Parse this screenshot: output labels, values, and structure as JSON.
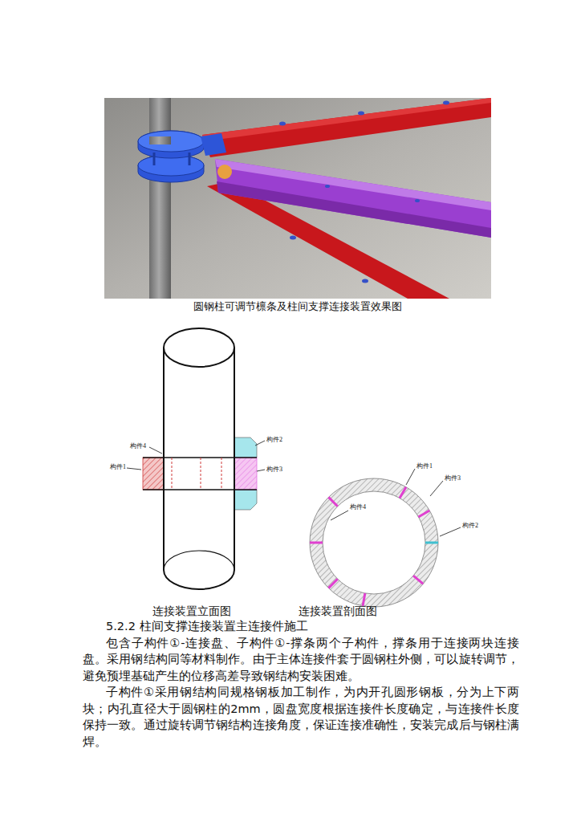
{
  "diagram": {
    "title": "5.2.2 柱间支撑连接装置主连接件施工",
    "caption": "圆钢柱可调节檩条及柱间支撑连接装置效果图",
    "labels": [
      "构件4",
      "构件1",
      "构件2",
      "构件3",
      "构件1",
      "构件3",
      "构件4",
      "构件2",
      "连接装置立面图",
      "连接装置剖面图",
      "包含子构件①-连接盘、子构件①-撑条两个子构件，撑条用于连接两块连接盘。采用钢结构同等材料制作。由于主体连接件套于圆钢柱外侧，可以旋转调节，避免预埋基础产生的位移高差导致钢结构安装困难。",
      "子构件①采用钢结构同规格钢板加工制作，为内开孔圆形钢板，分为上下两块；内孔直径大于圆钢柱的2mm，圆盘宽度根据连接件长度确定，与连接件长度保持一致。通过旋转调节钢结构连接角度，保证连接准确性，安装完成后与钢柱满焊。"
    ]
  }
}
